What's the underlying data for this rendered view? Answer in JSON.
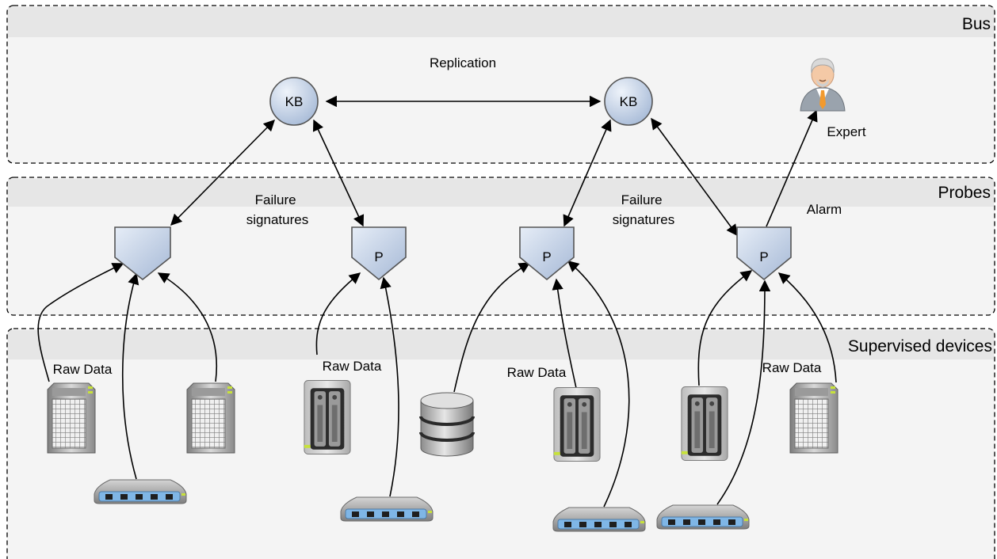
{
  "lanes": {
    "bus": "Bus",
    "probes": "Probes",
    "devices": "Supervised devices"
  },
  "nodes": {
    "kb_left": "KB",
    "kb_right": "KB",
    "probe_1": "",
    "probe_2": "P",
    "probe_3": "P",
    "probe_4": "P"
  },
  "labels": {
    "replication": "Replication",
    "expert": "Expert",
    "failure_signatures_1": [
      "Failure",
      "signatures"
    ],
    "failure_signatures_2": [
      "Failure",
      "signatures"
    ],
    "alarm": "Alarm",
    "raw_data_1": "Raw Data",
    "raw_data_2": "Raw Data",
    "raw_data_3": "Raw Data",
    "raw_data_4": "Raw Data"
  },
  "icons": {
    "device_types": [
      "rack-server",
      "rack-server",
      "nas-storage",
      "database",
      "nas-storage",
      "nas-storage",
      "rack-server",
      "network-switch",
      "network-switch",
      "network-switch",
      "network-switch"
    ],
    "colors": {
      "node_fill": "#c8d6ea",
      "lane_bg": "#f4f4f4",
      "lane_strip": "#e6e6e6"
    }
  }
}
